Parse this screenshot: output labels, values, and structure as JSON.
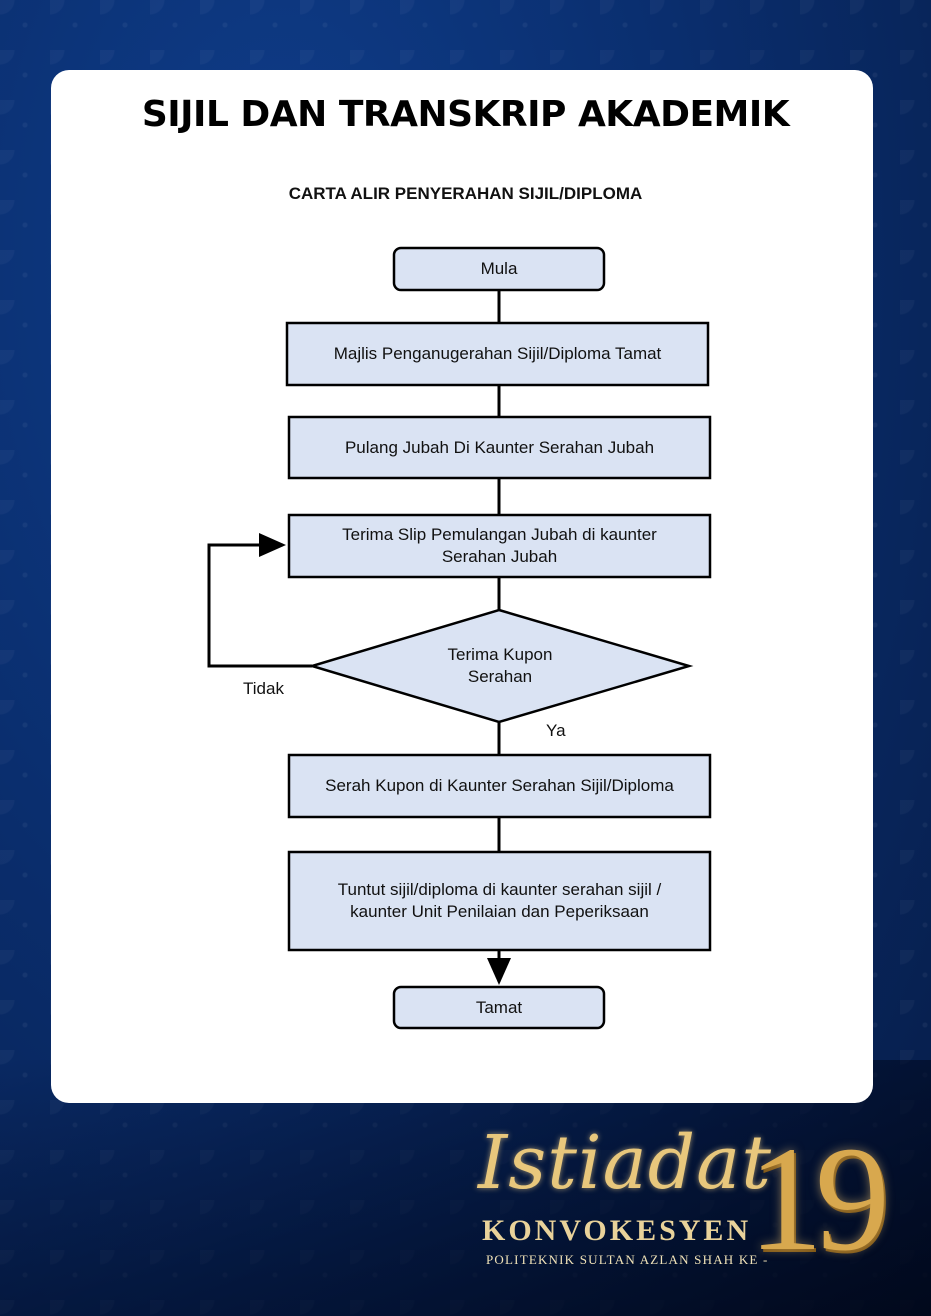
{
  "page": {
    "title": "SIJIL DAN TRANSKRIP AKADEMIK"
  },
  "flowchart": {
    "title": "CARTA ALIR PENYERAHAN SIJIL/DIPLOMA",
    "nodes": {
      "start": "Mula",
      "step1": "Majlis Penganugerahan Sijil/Diploma Tamat",
      "step2": "Pulang Jubah Di Kaunter Serahan Jubah",
      "step3": "Terima Slip Pemulangan Jubah di kaunter Serahan Jubah",
      "decision": "Terima Kupon Serahan",
      "step4": "Serah Kupon di Kaunter Serahan Sijil/Diploma",
      "step5": "Tuntut sijil/diploma di kaunter serahan sijil / kaunter Unit Penilaian dan Peperiksaan",
      "end": "Tamat"
    },
    "edge_labels": {
      "no": "Tidak",
      "yes": "Ya"
    },
    "colors": {
      "node_fill": "#dae3f3",
      "stroke": "#000000"
    }
  },
  "branding": {
    "script": "Istiadat",
    "sub": "KONVOKESYEN",
    "line": "POLITEKNIK SULTAN AZLAN SHAH KE -",
    "number": "19"
  }
}
